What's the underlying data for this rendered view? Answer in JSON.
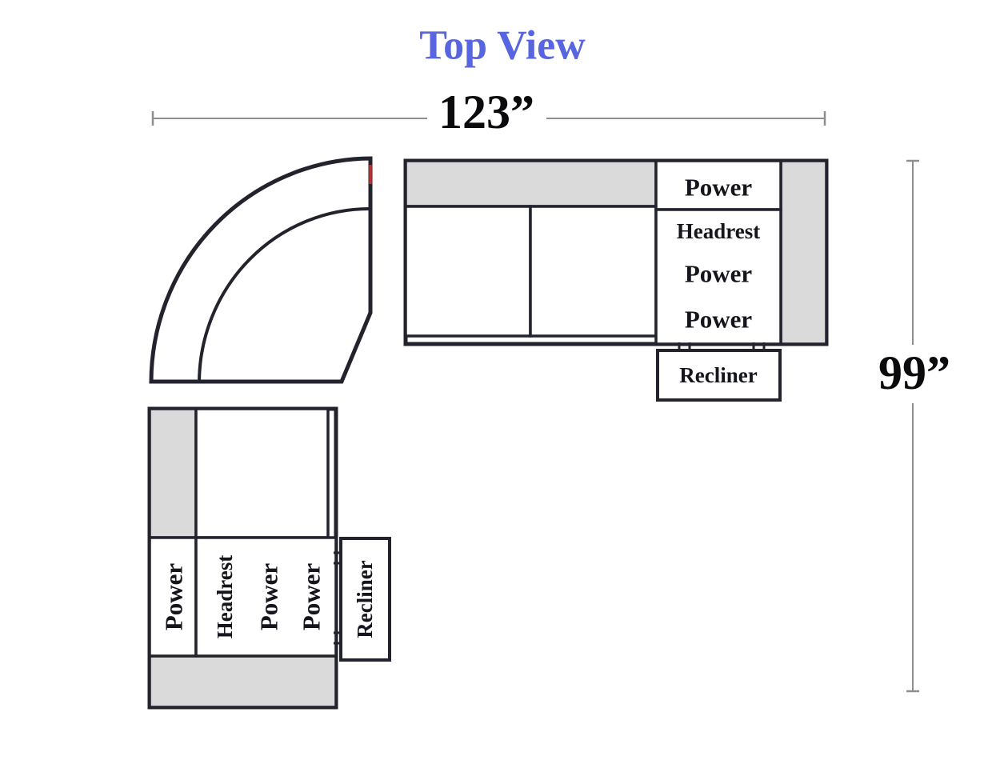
{
  "title": "Top View",
  "dimensions": {
    "width": "123”",
    "height": "99”"
  },
  "colors": {
    "title": "#5766e0",
    "outline": "#23232e",
    "fill": "#dadada",
    "dim_line": "#8e8e8e",
    "label_text": "#15151d",
    "accent_red": "#c03030"
  },
  "right_section": {
    "feature_labels": [
      "Power",
      "Headrest",
      "Power",
      "Power"
    ],
    "recliner": "Recliner"
  },
  "left_section": {
    "feature_labels": [
      "Power",
      "Headrest",
      "Power",
      "Power"
    ],
    "recliner": "Recliner"
  }
}
